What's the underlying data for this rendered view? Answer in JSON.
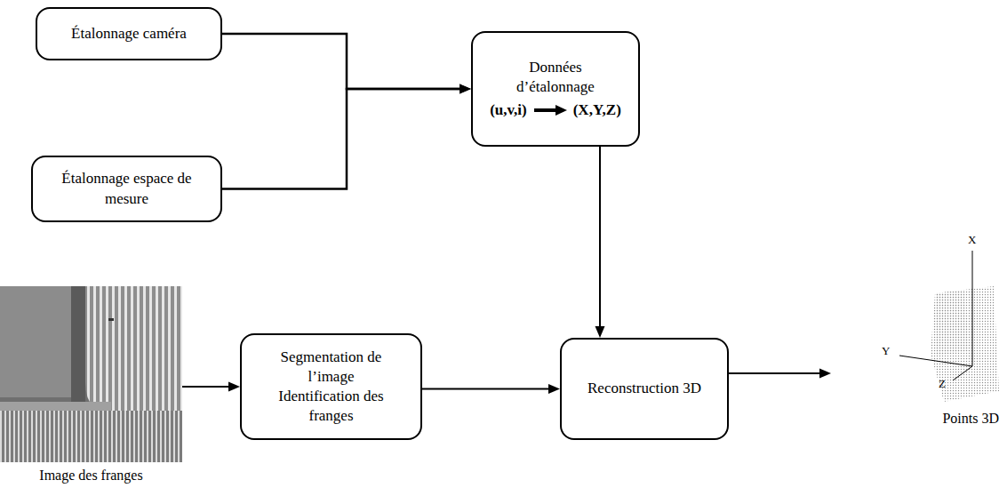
{
  "diagram": {
    "nodes": [
      {
        "text": [
          "Étalonnage caméra"
        ]
      },
      {
        "text": [
          "Données d’étalonnage",
          "(u,v,i)",
          "(X,Y,Z)"
        ]
      },
      {
        "text": [
          "Étalonnage espace de mesure"
        ]
      },
      {
        "text": [
          "Image des franges"
        ]
      },
      {
        "text": [
          "Segmentation de l’image",
          "Identification des franges"
        ]
      },
      {
        "text": [
          "Reconstruction 3D"
        ]
      },
      {
        "text": [
          "Points 3D"
        ]
      }
    ],
    "edges": [
      {
        "from": 0,
        "to": 1,
        "arrow": "to"
      },
      {
        "from": 2,
        "to": 1,
        "arrow": "to"
      },
      {
        "from": 1,
        "to": 5,
        "arrow": "to"
      },
      {
        "from": 3,
        "to": 4,
        "arrow": "to"
      },
      {
        "from": 4,
        "to": 5,
        "arrow": "to"
      },
      {
        "from": 5,
        "to": 6,
        "arrow": "to"
      }
    ],
    "labels": [
      "X",
      "Y",
      "Z"
    ]
  }
}
